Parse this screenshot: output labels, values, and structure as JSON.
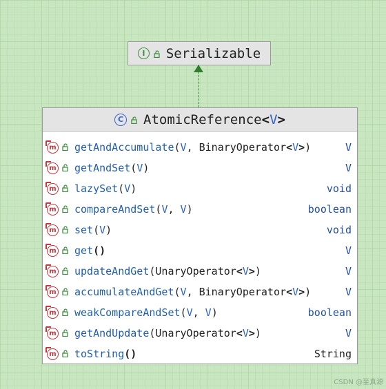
{
  "interface": {
    "name": "Serializable",
    "kind_letter": "I"
  },
  "class": {
    "name": "AtomicReference",
    "generic_open": "<",
    "type_param": "V",
    "generic_close": ">",
    "kind_letter": "C"
  },
  "methods": [
    {
      "name": "getAndAccumulate",
      "params": [
        {
          "t": "(",
          "k": "p"
        },
        {
          "t": "V",
          "k": "t"
        },
        {
          "t": ", BinaryOperator",
          "k": "p"
        },
        {
          "t": "<",
          "k": "b"
        },
        {
          "t": "V",
          "k": "t"
        },
        {
          "t": ">",
          "k": "b"
        },
        {
          "t": ")",
          "k": "p"
        }
      ],
      "returns": "V"
    },
    {
      "name": "getAndSet",
      "params": [
        {
          "t": "(",
          "k": "p"
        },
        {
          "t": "V",
          "k": "t"
        },
        {
          "t": ")",
          "k": "p"
        }
      ],
      "returns": "V"
    },
    {
      "name": "lazySet",
      "params": [
        {
          "t": "(",
          "k": "p"
        },
        {
          "t": "V",
          "k": "t"
        },
        {
          "t": ")",
          "k": "p"
        }
      ],
      "returns": "void"
    },
    {
      "name": "compareAndSet",
      "params": [
        {
          "t": "(",
          "k": "p"
        },
        {
          "t": "V",
          "k": "t"
        },
        {
          "t": ", ",
          "k": "p"
        },
        {
          "t": "V",
          "k": "t"
        },
        {
          "t": ")",
          "k": "p"
        }
      ],
      "returns": "boolean"
    },
    {
      "name": "set",
      "params": [
        {
          "t": "(",
          "k": "p"
        },
        {
          "t": "V",
          "k": "t"
        },
        {
          "t": ")",
          "k": "p"
        }
      ],
      "returns": "void"
    },
    {
      "name": "get",
      "params": [
        {
          "t": "()",
          "k": "b"
        }
      ],
      "returns": "V"
    },
    {
      "name": "updateAndGet",
      "params": [
        {
          "t": "(UnaryOperator",
          "k": "p"
        },
        {
          "t": "<",
          "k": "b"
        },
        {
          "t": "V",
          "k": "t"
        },
        {
          "t": ">",
          "k": "b"
        },
        {
          "t": ")",
          "k": "p"
        }
      ],
      "returns": "V"
    },
    {
      "name": "accumulateAndGet",
      "params": [
        {
          "t": "(",
          "k": "p"
        },
        {
          "t": "V",
          "k": "t"
        },
        {
          "t": ", BinaryOperator",
          "k": "p"
        },
        {
          "t": "<",
          "k": "b"
        },
        {
          "t": "V",
          "k": "t"
        },
        {
          "t": ">",
          "k": "b"
        },
        {
          "t": ")",
          "k": "p"
        }
      ],
      "returns": "V"
    },
    {
      "name": "weakCompareAndSet",
      "params": [
        {
          "t": "(",
          "k": "p"
        },
        {
          "t": "V",
          "k": "t"
        },
        {
          "t": ", ",
          "k": "p"
        },
        {
          "t": "V",
          "k": "t"
        },
        {
          "t": ")",
          "k": "p"
        }
      ],
      "returns": "boolean"
    },
    {
      "name": "getAndUpdate",
      "params": [
        {
          "t": "(UnaryOperator",
          "k": "p"
        },
        {
          "t": "<",
          "k": "b"
        },
        {
          "t": "V",
          "k": "t"
        },
        {
          "t": ">",
          "k": "b"
        },
        {
          "t": ")",
          "k": "p"
        }
      ],
      "returns": "V"
    },
    {
      "name": "toString",
      "params": [
        {
          "t": "()",
          "k": "b"
        }
      ],
      "returns": "String"
    }
  ],
  "method_icon_letter": "m",
  "watermark": "CSDN @至真源",
  "colors": {
    "interface_badge": "#3d8f3d",
    "class_badge": "#3a63d6",
    "method_badge": "#c8363b",
    "type_param": "#2f63c7",
    "arrow": "#2f7d2f"
  }
}
